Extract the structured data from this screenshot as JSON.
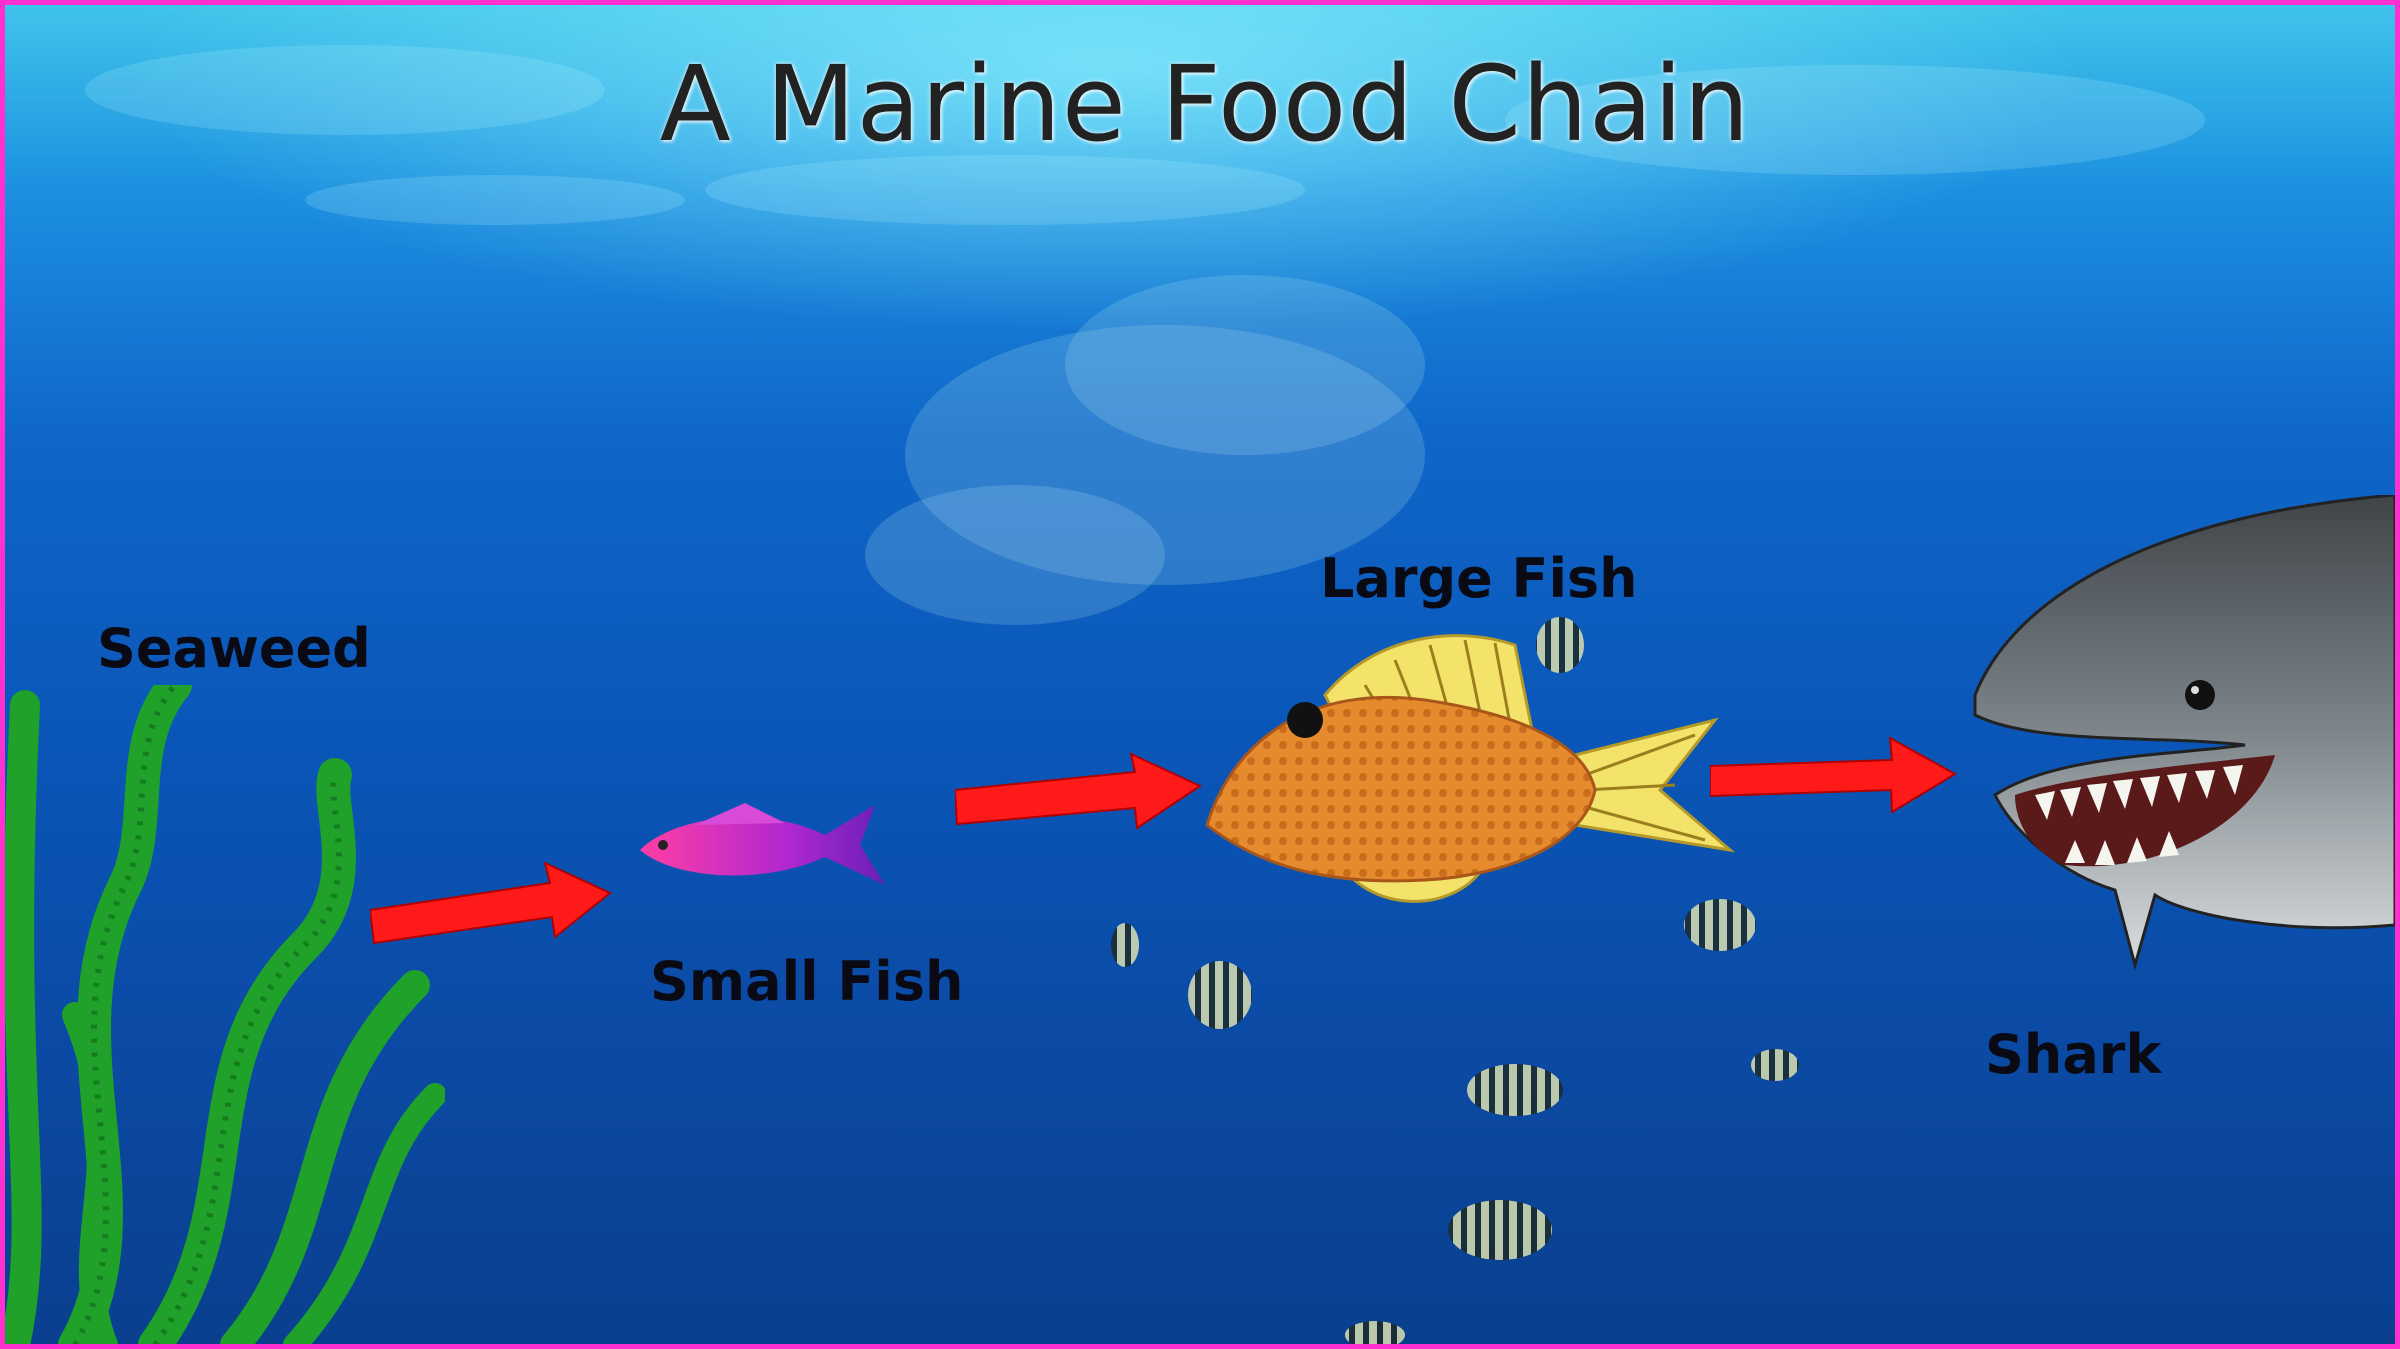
{
  "title": "A Marine Food Chain",
  "organisms": [
    {
      "label": "Seaweed",
      "icon": "seaweed-icon"
    },
    {
      "label": "Small Fish",
      "icon": "small-fish-icon"
    },
    {
      "label": "Large Fish",
      "icon": "large-fish-icon"
    },
    {
      "label": "Shark",
      "icon": "shark-icon"
    }
  ],
  "colors": {
    "arrow": "#ff1a1a",
    "water_top": "#3fc4ea",
    "water_bottom": "#0a3f8e",
    "seaweed": "#1fa12a",
    "frame": "#ff2fd0"
  }
}
